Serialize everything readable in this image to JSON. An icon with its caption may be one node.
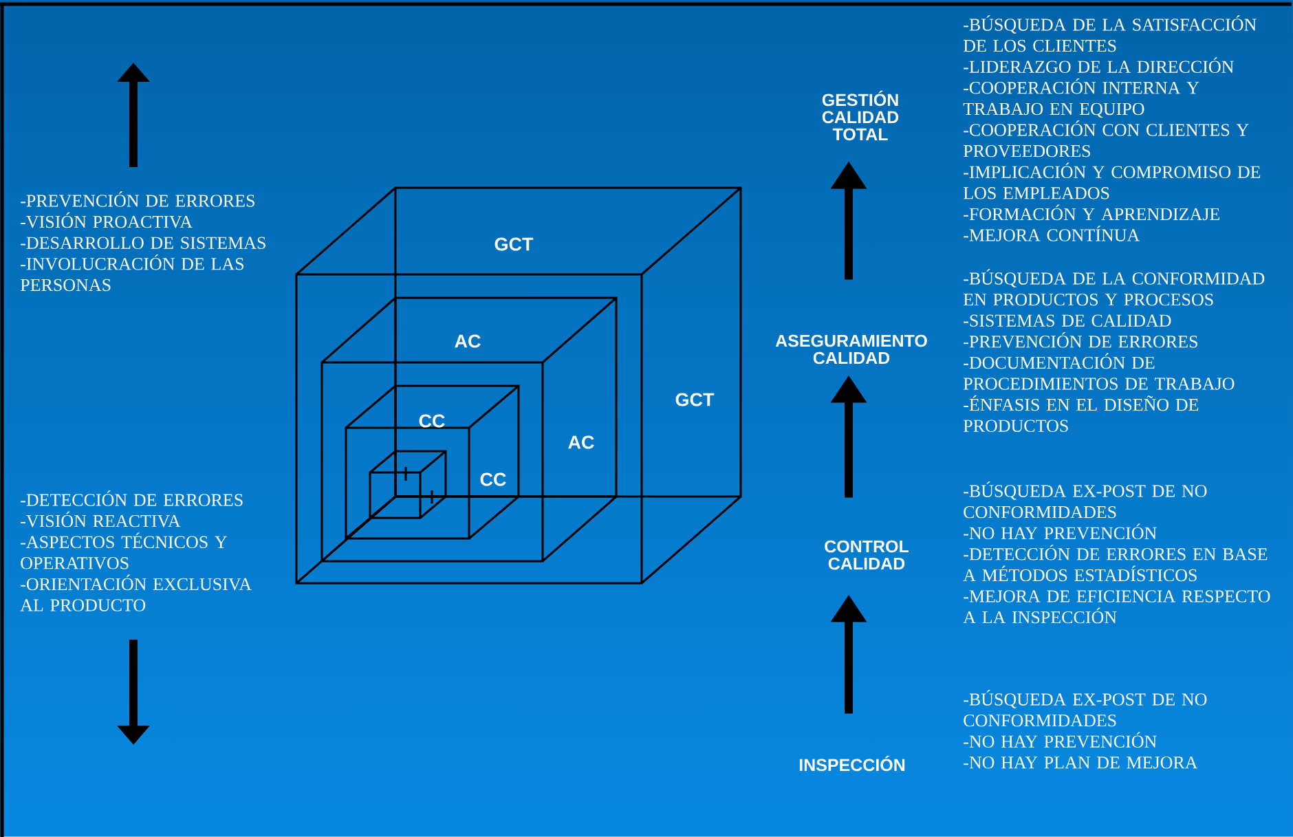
{
  "diagram": {
    "nodes": [
      {
        "text": [
          "GCT",
          "GCT"
        ]
      },
      {
        "text": [
          "AC",
          "AC"
        ],
        "in": 0
      },
      {
        "text": [
          "CC",
          "CC"
        ],
        "in": 1
      },
      {
        "text": [],
        "shape": "cube",
        "in": 2
      },
      {
        "text": [
          "GESTIÓN CALIDAD TOTAL"
        ],
        "beside": [
          "-BÚSQUEDA DE LA SATISFACCIÓN DE LOS CLIENTES",
          "-LIDERAZGO DE LA DIRECCIÓN",
          "-COOPERACIÓN INTERNA Y TRABAJO EN EQUIPO",
          "-COOPERACIÓN CON CLIENTES Y PROVEEDORES",
          "-IMPLICACIÓN Y COMPROMISO DE LOS EMPLEADOS",
          "-FORMACIÓN Y APRENDIZAJE",
          "-MEJORA CONTÍNUA"
        ]
      },
      {
        "text": [
          "ASEGURAMIENTO CALIDAD"
        ],
        "beside": [
          "-BÚSQUEDA DE LA CONFORMIDAD EN PRODUCTOS Y PROCESOS",
          "-SISTEMAS DE CALIDAD",
          "-PREVENCIÓN DE ERRORES",
          "-DOCUMENTACIÓN DE PROCEDIMIENTOS DE TRABAJO",
          "-ÉNFASIS EN EL DISEÑO DE PRODUCTOS"
        ]
      },
      {
        "text": [
          "CONTROL CALIDAD"
        ],
        "beside": [
          "-BÚSQUEDA EX-POST DE NO CONFORMIDADES",
          "-NO HAY PREVENCIÓN",
          "-DETECCIÓN DE ERRORES EN BASE A MÉTODOS ESTADÍSTICOS",
          "-MEJORA DE EFICIENCIA RESPECTO A LA INSPECCIÓN"
        ]
      },
      {
        "text": [
          "INSPECCIÓN"
        ],
        "beside": [
          "-BÚSQUEDA EX-POST DE NO CONFORMIDADES",
          "-NO HAY PREVENCIÓN",
          "-NO HAY PLAN DE MEJORA"
        ]
      }
    ],
    "edges": [
      {
        "from": 7,
        "to": 6,
        "arrow": "to"
      },
      {
        "from": 6,
        "to": 5,
        "arrow": "to"
      },
      {
        "from": 5,
        "to": 4,
        "arrow": "to"
      }
    ],
    "labels": [
      "-PREVENCIÓN DE ERRORES",
      "-VISIÓN PROACTIVA",
      "-DESARROLLO DE SISTEMAS",
      "-INVOLUCRACIÓN DE LAS PERSONAS",
      "-DETECCIÓN DE ERRORES",
      "-VISIÓN REACTIVA",
      "-ASPECTOS TÉCNICOS Y OPERATIVOS",
      "-ORIENTACIÓN EXCLUSIVA AL PRODUCTO"
    ]
  }
}
